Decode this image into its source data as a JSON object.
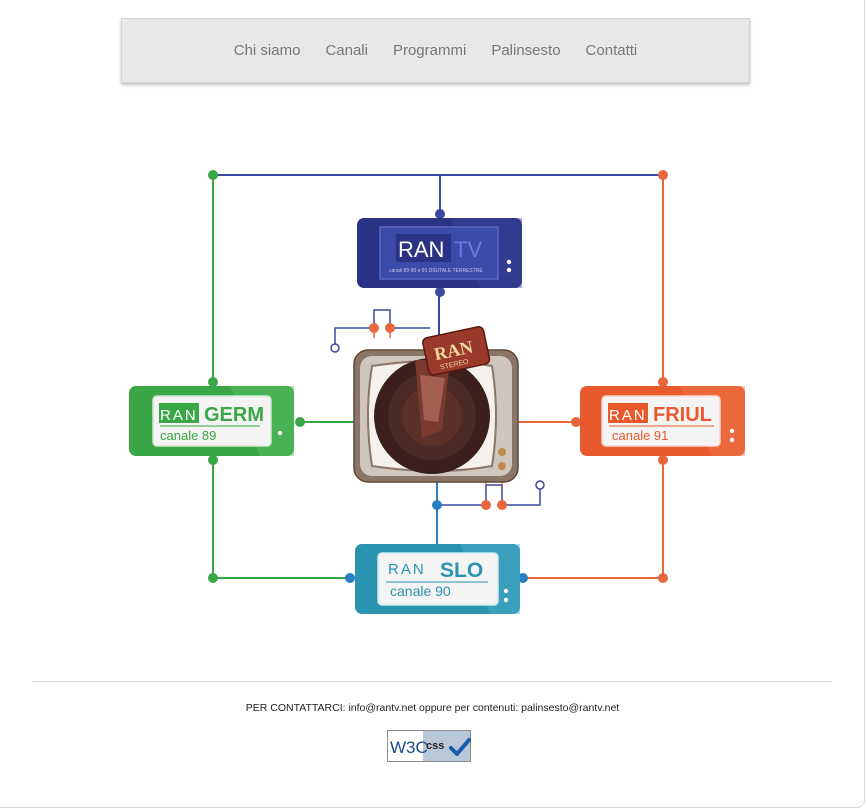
{
  "nav": {
    "items": [
      {
        "label": "Chi siamo"
      },
      {
        "label": "Canali"
      },
      {
        "label": "Programmi"
      },
      {
        "label": "Palinsesto"
      },
      {
        "label": "Contatti"
      }
    ]
  },
  "channels": {
    "tv": {
      "brand": "RAN",
      "name": "TV",
      "sub": "canali 89-90 e 91 DIGITALE TERRESTRE",
      "color": "#2b3384"
    },
    "germ": {
      "brand": "RAN",
      "name": "GERM",
      "sub": "canale 89",
      "color": "#3aa645"
    },
    "friul": {
      "brand": "RAN",
      "name": "FRIUL",
      "sub": "canale 91",
      "color": "#e85a2e"
    },
    "slo": {
      "brand": "RAN",
      "name": "SLO",
      "sub": "canale 90",
      "color": "#2a93b0"
    }
  },
  "logo": {
    "text": "RAN",
    "sub": "STEREO"
  },
  "footer": {
    "contact": "PER CONTATTARCI: info@rantv.net oppure per contenuti: palinsesto@rantv.net",
    "badge_left": "W3C",
    "badge_right": "css"
  },
  "colors": {
    "blue_line": "#3a49a0",
    "green_line": "#3aa645",
    "orange_line": "#e8673a",
    "teal_line": "#2a7fc0"
  }
}
